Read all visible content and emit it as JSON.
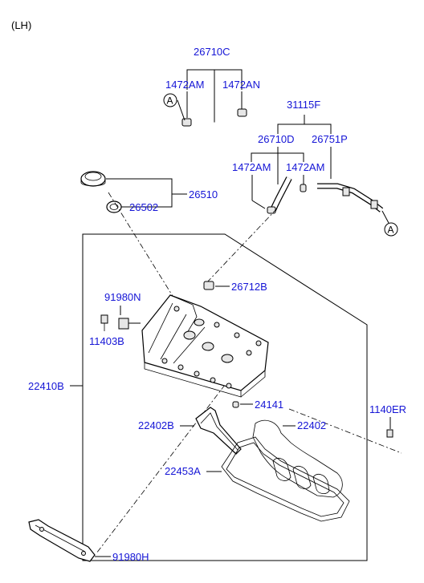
{
  "variant": "(LH)",
  "labels": {
    "p26710C": "26710C",
    "p1472AM_a": "1472AM",
    "p1472AN": "1472AN",
    "p31115F": "31115F",
    "p26710D": "26710D",
    "p26751P": "26751P",
    "p1472AM_b": "1472AM",
    "p1472AM_c": "1472AM",
    "p26510": "26510",
    "p26502": "26502",
    "p26712B": "26712B",
    "p91980N": "91980N",
    "p11403B": "11403B",
    "p22410B": "22410B",
    "p24141": "24141",
    "p1140ER": "1140ER",
    "p22402B": "22402B",
    "p22402": "22402",
    "p22453A": "22453A",
    "p91980H": "91980H"
  },
  "ref_marks": {
    "a1": "A",
    "a2": "A"
  },
  "colors": {
    "label": "#1515d6",
    "line": "#000000"
  }
}
